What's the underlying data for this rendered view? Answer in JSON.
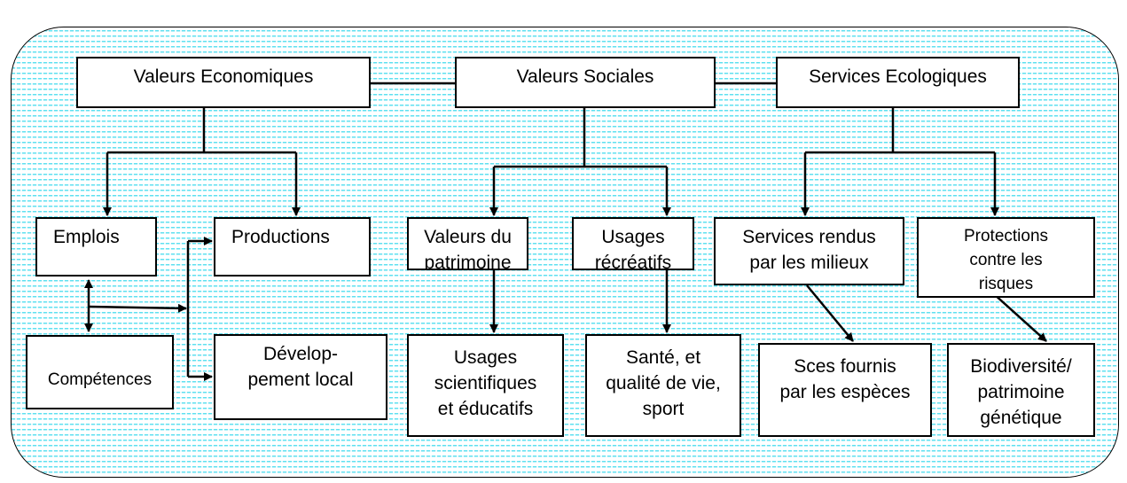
{
  "top": {
    "economic": "Valeurs Economiques",
    "social": "Valeurs Sociales",
    "ecological": "Services Ecologiques"
  },
  "economic": {
    "jobs": "Emplois",
    "productions": "Productions",
    "skills": "Compétences",
    "local_dev_1": "Dévelop-",
    "local_dev_2": "pement local"
  },
  "social": {
    "heritage_1": "Valeurs du",
    "heritage_2": "patrimoine",
    "recreation_1": "Usages",
    "recreation_2": "récréatifs",
    "science_1": "Usages",
    "science_2": "scientifiques",
    "science_3": "et éducatifs",
    "health_1": "Santé, et",
    "health_2": "qualité de vie,",
    "health_3": "sport"
  },
  "ecological": {
    "habitat_1": "Services rendus",
    "habitat_2": "par les milieux",
    "protect_1": "Protections",
    "protect_2": "contre les",
    "protect_3": "risques",
    "species_1": "Sces fournis",
    "species_2": "par les espèces",
    "biodiv_1": "Biodiversité/",
    "biodiv_2": "patrimoine",
    "biodiv_3": "génétique"
  }
}
